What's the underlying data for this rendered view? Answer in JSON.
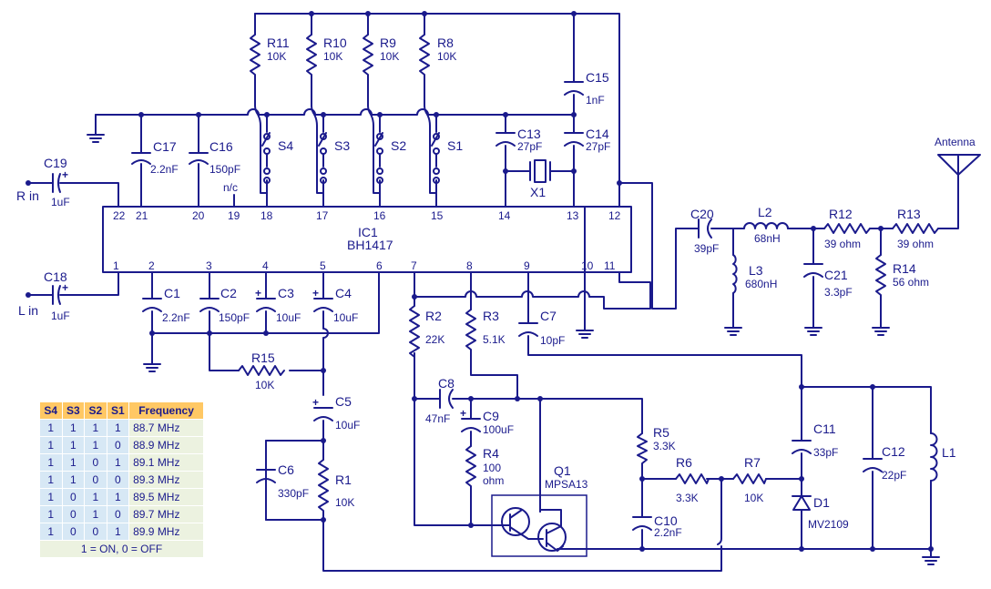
{
  "ic": {
    "name": "IC1",
    "part": "BH1417"
  },
  "pins": {
    "top": [
      "22",
      "21",
      "20",
      "19",
      "18",
      "17",
      "16",
      "15",
      "14",
      "13",
      "12"
    ],
    "bottom": [
      "1",
      "2",
      "3",
      "4",
      "5",
      "6",
      "7",
      "8",
      "9",
      "10",
      "11"
    ]
  },
  "nc_label": "n/c",
  "inputs": {
    "right": "R in",
    "left": "L in"
  },
  "antenna": "Antenna",
  "components": {
    "R11": {
      "ref": "R11",
      "val": "10K"
    },
    "R10": {
      "ref": "R10",
      "val": "10K"
    },
    "R9": {
      "ref": "R9",
      "val": "10K"
    },
    "R8": {
      "ref": "R8",
      "val": "10K"
    },
    "C15": {
      "ref": "C15",
      "val": "1nF"
    },
    "C14": {
      "ref": "C14",
      "val": "27pF"
    },
    "C13": {
      "ref": "C13",
      "val": "27pF"
    },
    "X1": {
      "ref": "X1"
    },
    "S4": {
      "ref": "S4"
    },
    "S3": {
      "ref": "S3"
    },
    "S2": {
      "ref": "S2"
    },
    "S1": {
      "ref": "S1"
    },
    "C17": {
      "ref": "C17",
      "val": "2.2nF"
    },
    "C16": {
      "ref": "C16",
      "val": "150pF"
    },
    "C19": {
      "ref": "C19",
      "val": "1uF"
    },
    "C18": {
      "ref": "C18",
      "val": "1uF"
    },
    "C1": {
      "ref": "C1",
      "val": "2.2nF"
    },
    "C2": {
      "ref": "C2",
      "val": "150pF"
    },
    "C3": {
      "ref": "C3",
      "val": "10uF"
    },
    "C4": {
      "ref": "C4",
      "val": "10uF"
    },
    "R15": {
      "ref": "R15",
      "val": "10K"
    },
    "C5": {
      "ref": "C5",
      "val": "10uF"
    },
    "C6": {
      "ref": "C6",
      "val": "330pF"
    },
    "R1": {
      "ref": "R1",
      "val": "10K"
    },
    "R2": {
      "ref": "R2",
      "val": "22K"
    },
    "R3": {
      "ref": "R3",
      "val": "5.1K"
    },
    "C7": {
      "ref": "C7",
      "val": "10pF"
    },
    "C8": {
      "ref": "C8",
      "val": "47nF"
    },
    "C9": {
      "ref": "C9",
      "val": "100uF"
    },
    "R4": {
      "ref": "R4",
      "val": "100",
      "val2": "ohm"
    },
    "Q1": {
      "ref": "Q1",
      "val": "MPSA13"
    },
    "R5": {
      "ref": "R5",
      "val": "3.3K"
    },
    "R6": {
      "ref": "R6",
      "val": "3.3K"
    },
    "R7": {
      "ref": "R7",
      "val": "10K"
    },
    "C10": {
      "ref": "C10",
      "val": "2.2nF"
    },
    "C11": {
      "ref": "C11",
      "val": "33pF"
    },
    "D1": {
      "ref": "D1",
      "val": "MV2109"
    },
    "C12": {
      "ref": "C12",
      "val": "22pF"
    },
    "L1": {
      "ref": "L1"
    },
    "C20": {
      "ref": "C20",
      "val": "39pF"
    },
    "L2": {
      "ref": "L2",
      "val": "68nH"
    },
    "L3": {
      "ref": "L3",
      "val": "680nH"
    },
    "C21": {
      "ref": "C21",
      "val": "3.3pF"
    },
    "R12": {
      "ref": "R12",
      "val": "39 ohm"
    },
    "R13": {
      "ref": "R13",
      "val": "39 ohm"
    },
    "R14": {
      "ref": "R14",
      "val": "56 ohm"
    }
  },
  "table": {
    "headers": [
      "S4",
      "S3",
      "S2",
      "S1",
      "Frequency"
    ],
    "rows": [
      [
        "1",
        "1",
        "1",
        "1",
        "88.7 MHz"
      ],
      [
        "1",
        "1",
        "1",
        "0",
        "88.9 MHz"
      ],
      [
        "1",
        "1",
        "0",
        "1",
        "89.1 MHz"
      ],
      [
        "1",
        "1",
        "0",
        "0",
        "89.3 MHz"
      ],
      [
        "1",
        "0",
        "1",
        "1",
        "89.5 MHz"
      ],
      [
        "1",
        "0",
        "1",
        "0",
        "89.7 MHz"
      ],
      [
        "1",
        "0",
        "0",
        "1",
        "89.9 MHz"
      ]
    ],
    "footer": "1 = ON, 0 = OFF"
  },
  "colors": {
    "ink": "#1a1a8c",
    "table_header": "#ffc864",
    "table_cell": "#d7e8f5",
    "table_freq": "#ecf2e0"
  }
}
